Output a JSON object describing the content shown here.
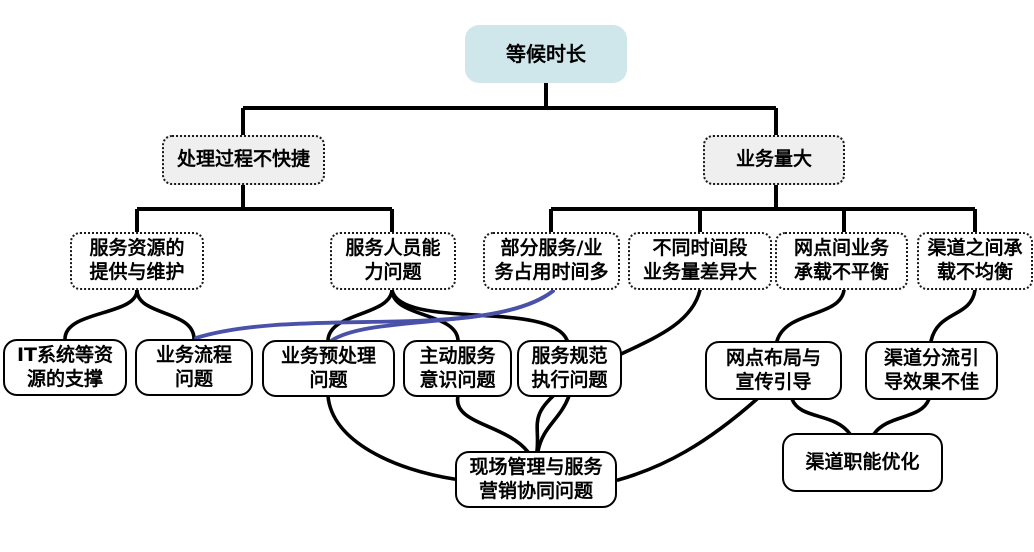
{
  "diagram": {
    "type": "cause-analysis-tree",
    "title": "等候时长",
    "colors": {
      "root_fill": "#cfe7ea",
      "branch_fill": "#efefef",
      "node_fill": "#ffffff",
      "connector": "#000000",
      "highlight_connector": "#4a51a9",
      "text": "#000000"
    },
    "nodes": {
      "root": {
        "line1": "等候时长"
      },
      "n1": {
        "line1": "处理过程不快捷"
      },
      "n2": {
        "line1": "业务量大"
      },
      "n11": {
        "line1": "服务资源的",
        "line2": "提供与维护"
      },
      "n12": {
        "line1": "服务人员能",
        "line2": "力问题"
      },
      "n21": {
        "line1": "部分服务/业",
        "line2": "务占用时间多"
      },
      "n22": {
        "line1": "不同时间段",
        "line2": "业务量差异大"
      },
      "n23": {
        "line1": "网点间业务",
        "line2": "承载不平衡"
      },
      "n24": {
        "line1": "渠道之间承",
        "line2": "载不均衡"
      },
      "m1": {
        "line1": "IT系统等资",
        "line2": "源的支撑"
      },
      "m2": {
        "line1": "业务流程",
        "line2": "问题"
      },
      "m3": {
        "line1": "业务预处理",
        "line2": "问题"
      },
      "m4": {
        "line1": "主动服务",
        "line2": "意识问题"
      },
      "m5": {
        "line1": "服务规范",
        "line2": "执行问题"
      },
      "m6": {
        "line1": "网点布局与",
        "line2": "宣传引导"
      },
      "m7": {
        "line1": "渠道分流引",
        "line2": "导效果不佳"
      },
      "b1": {
        "line1": "现场管理与服务",
        "line2": "营销协同问题"
      },
      "b2": {
        "line1": "渠道职能优化"
      }
    },
    "edges": [
      {
        "from": "等候时长",
        "to": "处理过程不快捷"
      },
      {
        "from": "等候时长",
        "to": "业务量大"
      },
      {
        "from": "处理过程不快捷",
        "to": "服务资源的提供与维护"
      },
      {
        "from": "处理过程不快捷",
        "to": "服务人员能力问题"
      },
      {
        "from": "业务量大",
        "to": "部分服务/业务占用时间多"
      },
      {
        "from": "业务量大",
        "to": "不同时间段业务量差异大"
      },
      {
        "from": "业务量大",
        "to": "网点间业务承载不平衡"
      },
      {
        "from": "业务量大",
        "to": "渠道之间承载不均衡"
      },
      {
        "from": "服务资源的提供与维护",
        "to": "IT系统等资源的支撑"
      },
      {
        "from": "服务资源的提供与维护",
        "to": "业务流程问题"
      },
      {
        "from": "服务人员能力问题",
        "to": "业务预处理问题"
      },
      {
        "from": "服务人员能力问题",
        "to": "主动服务意识问题"
      },
      {
        "from": "服务人员能力问题",
        "to": "服务规范执行问题"
      },
      {
        "from": "部分服务/业务占用时间多",
        "to": "业务流程问题",
        "highlight": true
      },
      {
        "from": "部分服务/业务占用时间多",
        "to": "业务预处理问题",
        "highlight": true
      },
      {
        "from": "不同时间段业务量差异大",
        "to": "现场管理与服务营销协同问题"
      },
      {
        "from": "网点间业务承载不平衡",
        "to": "网点布局与宣传引导"
      },
      {
        "from": "渠道之间承载不均衡",
        "to": "渠道分流引导效果不佳"
      },
      {
        "from": "业务预处理问题",
        "to": "现场管理与服务营销协同问题"
      },
      {
        "from": "主动服务意识问题",
        "to": "现场管理与服务营销协同问题"
      },
      {
        "from": "服务规范执行问题",
        "to": "现场管理与服务营销协同问题"
      },
      {
        "from": "网点布局与宣传引导",
        "to": "现场管理与服务营销协同问题"
      },
      {
        "from": "网点布局与宣传引导",
        "to": "渠道职能优化"
      },
      {
        "from": "渠道分流引导效果不佳",
        "to": "渠道职能优化"
      }
    ]
  }
}
